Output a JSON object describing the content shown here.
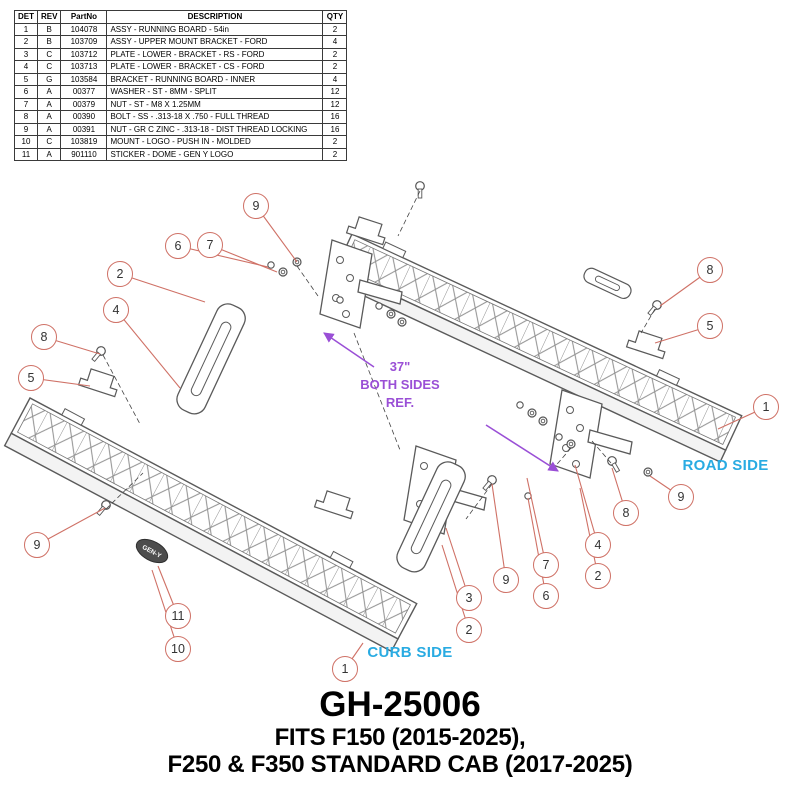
{
  "parts_table": {
    "headers": [
      "DET",
      "REV",
      "PartNo",
      "DESCRIPTION",
      "QTY"
    ],
    "rows": [
      {
        "det": "1",
        "rev": "B",
        "part_no": "104078",
        "description": "ASSY - RUNNING BOARD - 54in",
        "qty": "2"
      },
      {
        "det": "2",
        "rev": "B",
        "part_no": "103709",
        "description": "ASSY - UPPER MOUNT BRACKET - FORD",
        "qty": "4"
      },
      {
        "det": "3",
        "rev": "C",
        "part_no": "103712",
        "description": "PLATE - LOWER - BRACKET - RS - FORD",
        "qty": "2"
      },
      {
        "det": "4",
        "rev": "C",
        "part_no": "103713",
        "description": "PLATE - LOWER - BRACKET - CS - FORD",
        "qty": "2"
      },
      {
        "det": "5",
        "rev": "G",
        "part_no": "103584",
        "description": "BRACKET - RUNNING BOARD - INNER",
        "qty": "4"
      },
      {
        "det": "6",
        "rev": "A",
        "part_no": "00377",
        "description": "WASHER - ST - 8MM - SPLIT",
        "qty": "12"
      },
      {
        "det": "7",
        "rev": "A",
        "part_no": "00379",
        "description": "NUT - ST - M8 X 1.25MM",
        "qty": "12"
      },
      {
        "det": "8",
        "rev": "A",
        "part_no": "00390",
        "description": "BOLT - SS - .313-18 X .750 - FULL THREAD",
        "qty": "16"
      },
      {
        "det": "9",
        "rev": "A",
        "part_no": "00391",
        "description": "NUT - GR C ZINC - .313-18 - DIST THREAD LOCKING",
        "qty": "16"
      },
      {
        "det": "10",
        "rev": "C",
        "part_no": "103819",
        "description": "MOUNT - LOGO - PUSH IN - MOLDED",
        "qty": "2"
      },
      {
        "det": "11",
        "rev": "A",
        "part_no": "901110",
        "description": "STICKER - DOME - GEN Y LOGO",
        "qty": "2"
      }
    ]
  },
  "diagram": {
    "dimension": {
      "line1": "37\"",
      "line2": "BOTH SIDES",
      "line3": "REF."
    },
    "road_side_label": "ROAD SIDE",
    "curb_side_label": "CURB SIDE",
    "logo_text": "GEN-Y",
    "callouts": [
      {
        "label": "9"
      },
      {
        "label": "6"
      },
      {
        "label": "7"
      },
      {
        "label": "2"
      },
      {
        "label": "4"
      },
      {
        "label": "8"
      },
      {
        "label": "5"
      },
      {
        "label": "8"
      },
      {
        "label": "5"
      },
      {
        "label": "1"
      },
      {
        "label": "9"
      },
      {
        "label": "8"
      },
      {
        "label": "9"
      },
      {
        "label": "4"
      },
      {
        "label": "7"
      },
      {
        "label": "2"
      },
      {
        "label": "9"
      },
      {
        "label": "6"
      },
      {
        "label": "3"
      },
      {
        "label": "2"
      },
      {
        "label": "11"
      },
      {
        "label": "10"
      },
      {
        "label": "1"
      }
    ]
  },
  "title_block": {
    "part_number": "GH-25006",
    "fits_line1": "FITS F150 (2015-2025),",
    "fits_line2": "F250 & F350 STANDARD CAB (2017-2025)"
  },
  "colors": {
    "callout_accent": "#cf7166",
    "side_label_accent": "#29abe2",
    "dimension_accent": "#9a4fd6"
  }
}
